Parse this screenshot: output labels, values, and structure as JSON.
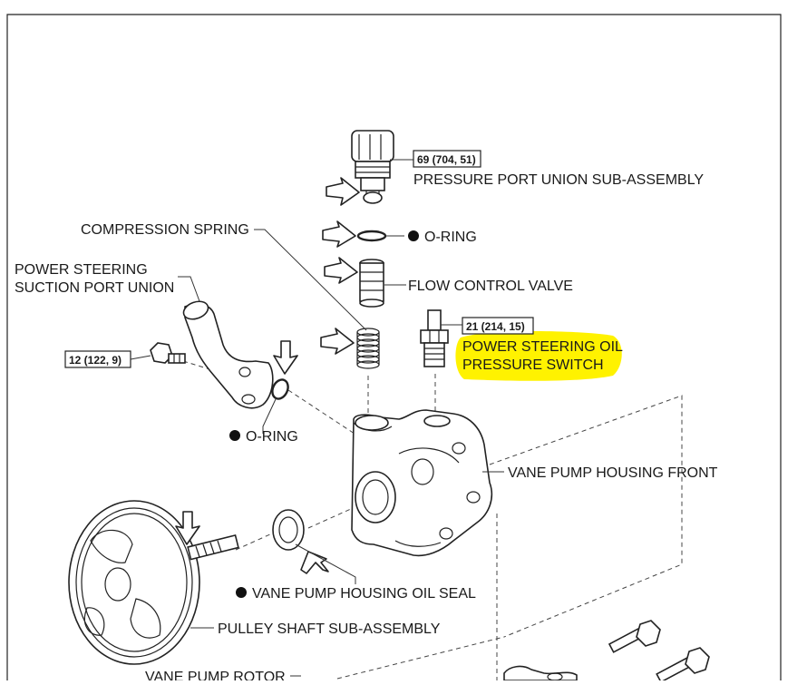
{
  "labels": {
    "pressure_port_union": "PRESSURE PORT UNION SUB-ASSEMBLY",
    "o_ring_top": "O-RING",
    "compression_spring": "COMPRESSION SPRING",
    "suction_port_line1": "POWER STEERING",
    "suction_port_line2": "SUCTION PORT UNION",
    "flow_control_valve": "FLOW CONTROL VALVE",
    "pressure_switch_line1": "POWER STEERING OIL",
    "pressure_switch_line2": "PRESSURE SWITCH",
    "o_ring_left": "O-RING",
    "vane_pump_housing_front": "VANE PUMP HOUSING FRONT",
    "oil_seal": "VANE PUMP HOUSING OIL SEAL",
    "pulley_shaft": "PULLEY SHAFT SUB-ASSEMBLY",
    "vane_pump_rotor": "VANE PUMP ROTOR"
  },
  "torque_specs": {
    "pressure_port_union": "69 (704, 51)",
    "pressure_switch": "21 (214, 15)",
    "suction_bolt": "12 (122, 9)"
  },
  "colors": {
    "highlight": "#fff200",
    "line": "#222222"
  },
  "icons": {
    "new_part_marker": "filled-circle",
    "apply_fluid_marker": "hollow-arrow"
  }
}
